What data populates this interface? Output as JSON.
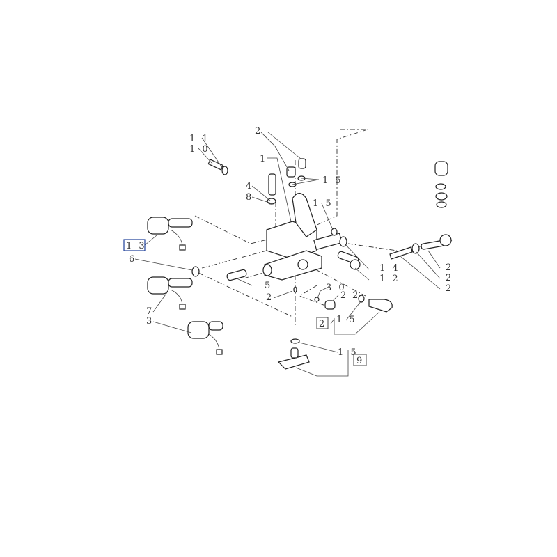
{
  "diagram": {
    "highlight_color": "#1f3f9a",
    "labels": {
      "l11": "1 1",
      "l10": "1 0",
      "l2top": "2",
      "l1": "1",
      "l15a": "1 5",
      "l4": "4",
      "l8": "8",
      "l15b": "1 5",
      "l13": "1 3",
      "l6": "6",
      "l5": "5",
      "l2mid": "2",
      "l30": "3 0",
      "l2c": "2",
      "l2d": "2",
      "l14": "1 4",
      "l12": "1 2",
      "l2r1": "2",
      "l2r2": "2",
      "l2r3": "2",
      "l7": "7",
      "l3": "3",
      "l2box": "2",
      "l15c": "1 5",
      "l15d": "1 5",
      "l9box": "9"
    }
  }
}
